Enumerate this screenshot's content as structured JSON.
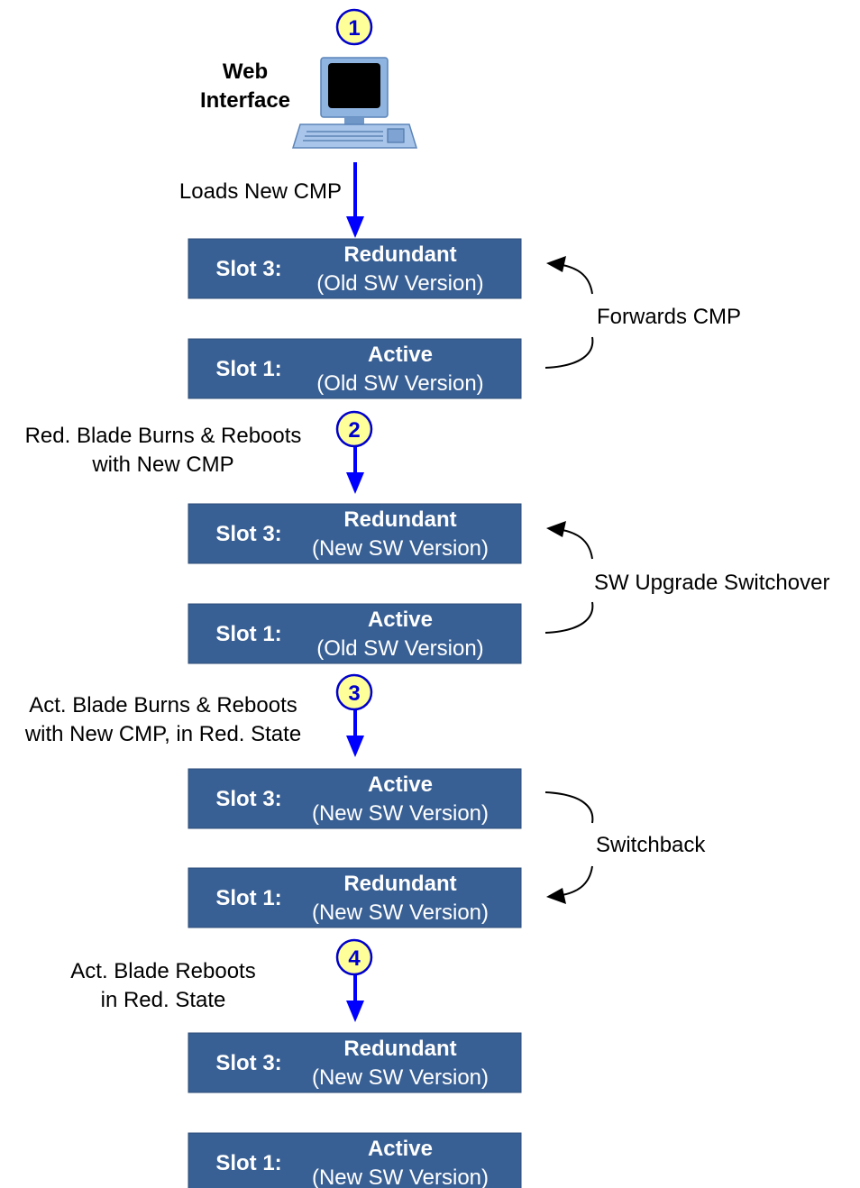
{
  "colors": {
    "blade_fill": "#396094",
    "blade_border": "#2c4d78",
    "flow_arrow": "#0000ff",
    "step_circle_fill": "#ffff99",
    "step_circle_border": "#0000cc",
    "curve_arrow": "#000000",
    "computer_body": "#8fb4e0"
  },
  "web_interface": {
    "line1": "Web",
    "line2": "Interface",
    "icon": "computer-icon"
  },
  "steps": [
    "1",
    "2",
    "3",
    "4"
  ],
  "flow_labels": {
    "loads": "Loads New CMP",
    "step2_line1": "Red. Blade Burns & Reboots",
    "step2_line2": "with New CMP",
    "step3_line1": "Act. Blade Burns & Reboots",
    "step3_line2": "with New CMP, in Red. State",
    "step4_line1": "Act. Blade Reboots",
    "step4_line2": "in Red. State"
  },
  "side_labels": {
    "forwards": "Forwards CMP",
    "switchover": "SW Upgrade Switchover",
    "switchback": "Switchback"
  },
  "blades": [
    {
      "slot": "Slot 3:",
      "state": "Redundant",
      "version": "(Old SW Version)"
    },
    {
      "slot": "Slot 1:",
      "state": "Active",
      "version": "(Old SW Version)"
    },
    {
      "slot": "Slot 3:",
      "state": "Redundant",
      "version": "(New SW Version)"
    },
    {
      "slot": "Slot 1:",
      "state": "Active",
      "version": "(Old SW Version)"
    },
    {
      "slot": "Slot 3:",
      "state": "Active",
      "version": "(New SW Version)"
    },
    {
      "slot": "Slot 1:",
      "state": "Redundant",
      "version": "(New SW Version)"
    },
    {
      "slot": "Slot 3:",
      "state": "Redundant",
      "version": "(New SW Version)"
    },
    {
      "slot": "Slot 1:",
      "state": "Active",
      "version": "(New SW Version)"
    }
  ]
}
